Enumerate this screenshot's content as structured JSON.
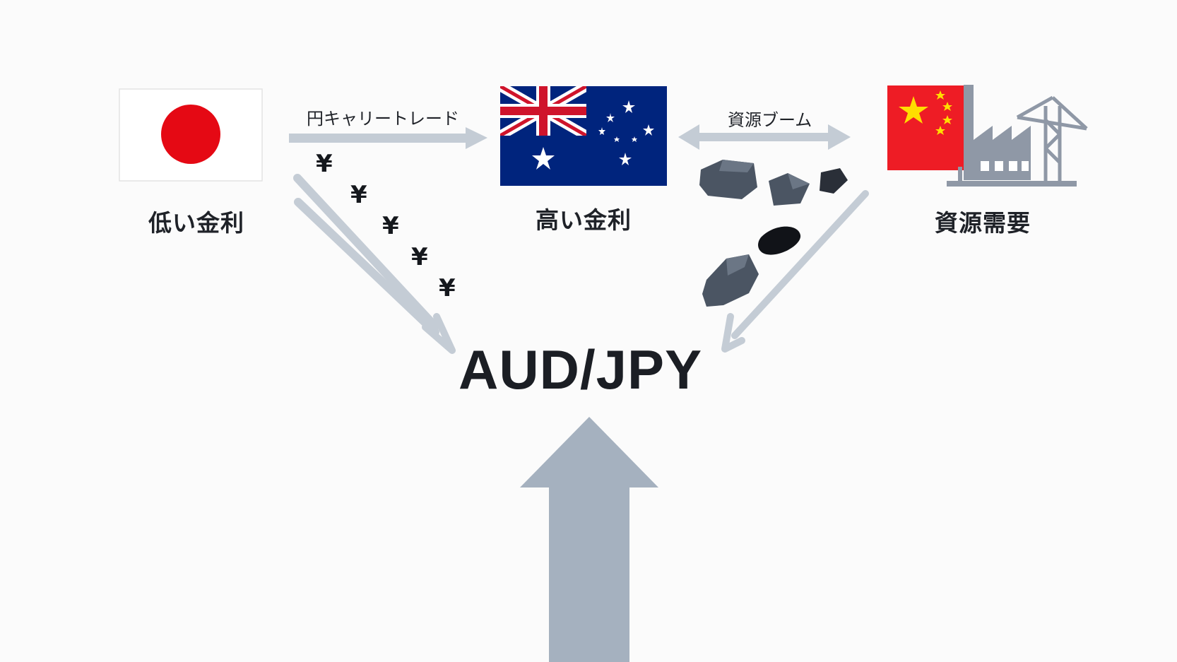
{
  "nodes": {
    "japan": {
      "label": "低い金利",
      "icon": "japan-flag-icon"
    },
    "australia": {
      "label": "高い金利",
      "icon": "australia-flag-icon"
    },
    "china": {
      "label": "資源需要",
      "icon": "china-flag-factory-icon"
    }
  },
  "edges": {
    "carry_trade": {
      "label": "円キャリートレード",
      "direction": "japan-to-australia"
    },
    "resource_boom": {
      "label": "資源ブーム",
      "direction": "bidirectional"
    }
  },
  "yen_symbol": "¥",
  "yen_count": 5,
  "center": {
    "title": "AUD/JPY",
    "trend": "up"
  },
  "colors": {
    "arrow": "#c4ccd5",
    "big_arrow": "#a5b1bf",
    "japan_red": "#e50914",
    "australia_blue": "#00247d",
    "china_red": "#ee1c25",
    "china_yellow": "#ffde00",
    "factory_gray": "#8f98a6",
    "rock_gray": "#4b5563",
    "text": "#1f2228"
  }
}
